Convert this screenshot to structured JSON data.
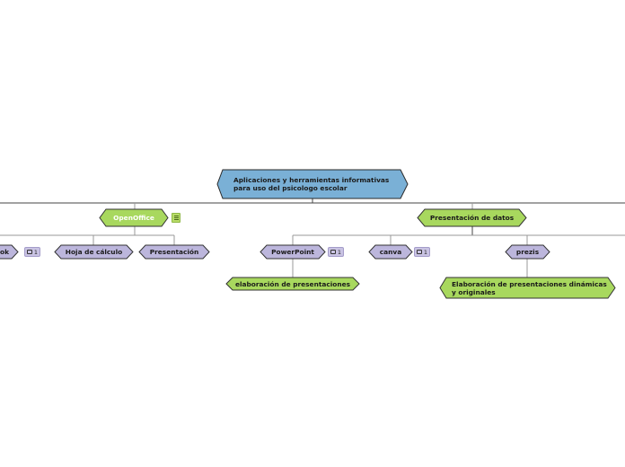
{
  "root": {
    "label_line1": "Aplicaciones y herramientas informativas",
    "label_line2": "para uso del psicologo escolar"
  },
  "left": {
    "book_label": "ok",
    "book_comment_count": "1",
    "openoffice_label": "OpenOffice",
    "hoja_label": "Hoja de cálculo",
    "presentacion_label": "Presentación"
  },
  "right": {
    "presentacion_datos_label": "Presentación de datos",
    "powerpoint_label": "PowerPoint",
    "powerpoint_comment_count": "1",
    "powerpoint_child_label": "elaboración de presentaciones",
    "canva_label": "canva",
    "canva_comment_count": "1",
    "prezis_label": "prezis",
    "prezis_child_label": "Elaboración de presentaciones dinámicas y originales"
  },
  "colors": {
    "root_fill": "#7ab0d6",
    "green_fill": "#a8d85e",
    "purple_fill": "#bcb6dc",
    "line": "#999999",
    "dark_line": "#444444",
    "badge_fill": "#c9c3e3"
  }
}
